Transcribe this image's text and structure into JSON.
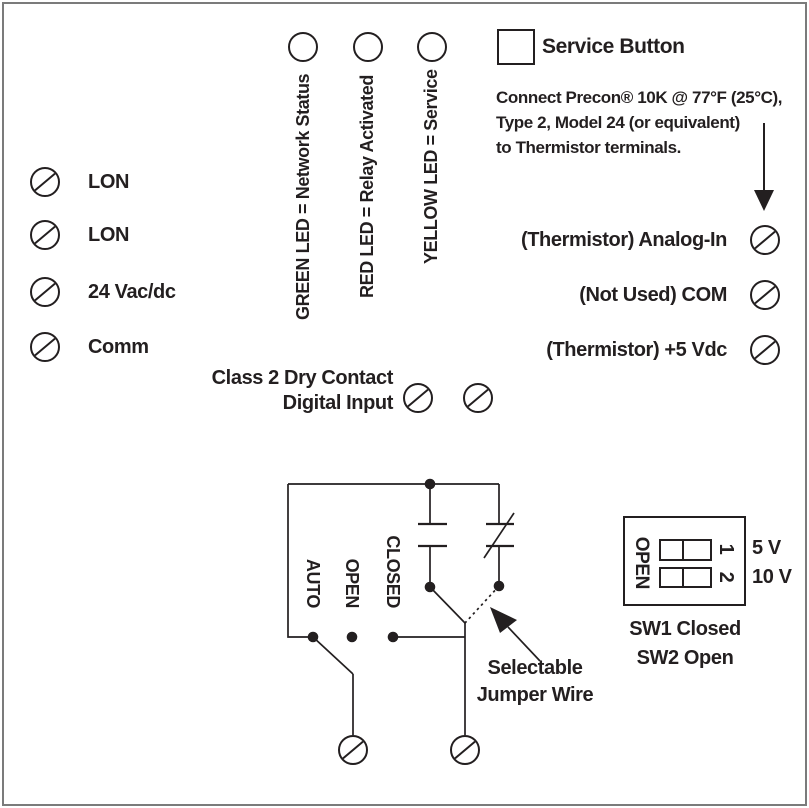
{
  "colors": {
    "ink": "#231f20",
    "background": "#ffffff",
    "frame_border": "#7b7b7b"
  },
  "icons": {
    "screw_terminal": "circle-with-slash",
    "led_indicator": "open-circle",
    "service_button": "open-square",
    "pointer_arrow": "filled-triangle-arrow"
  },
  "terminals_left": [
    {
      "label": "LON"
    },
    {
      "label": "LON"
    },
    {
      "label": "24 Vac/dc"
    },
    {
      "label": "Comm"
    }
  ],
  "leds": [
    {
      "label": "GREEN LED = Network Status"
    },
    {
      "label": "RED LED = Relay Activated"
    },
    {
      "label": "YELLOW LED = Service"
    }
  ],
  "service_button": {
    "label": "Service Button"
  },
  "thermistor_note": {
    "lines": [
      "Connect Precon® 10K @ 77°F (25°C),",
      "Type 2, Model 24 (or equivalent)",
      "to Thermistor terminals."
    ]
  },
  "terminals_right": [
    {
      "label": "(Thermistor) Analog-In"
    },
    {
      "label": "(Not Used) COM"
    },
    {
      "label": "(Thermistor) +5 Vdc"
    }
  ],
  "digital_input": {
    "line1": "Class 2 Dry Contact",
    "line2": "Digital Input"
  },
  "switch_positions": [
    {
      "label": "AUTO"
    },
    {
      "label": "OPEN"
    },
    {
      "label": "CLOSED"
    }
  ],
  "jumper_note": {
    "line1": "Selectable",
    "line2": "Jumper Wire"
  },
  "dip_switch": {
    "side_label": "OPEN",
    "rows": [
      {
        "number": "1",
        "voltage": "5 V"
      },
      {
        "number": "2",
        "voltage": "10 V"
      }
    ],
    "caption_line1": "SW1 Closed",
    "caption_line2": "SW2 Open"
  }
}
